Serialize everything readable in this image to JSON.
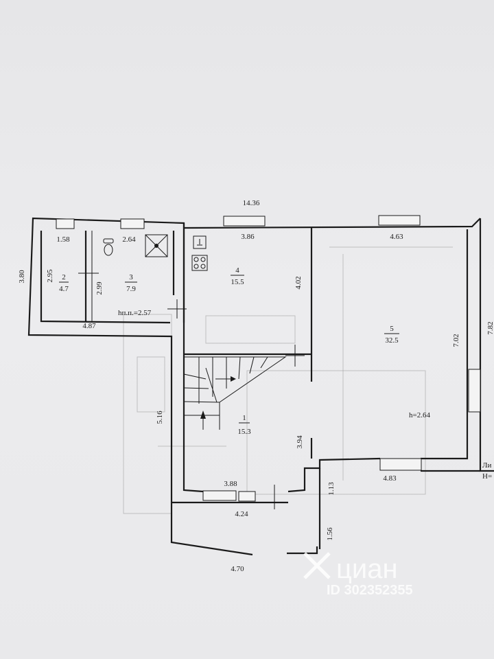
{
  "plan": {
    "overall_width": "14.36",
    "overall_depth": "7.82",
    "left_depth": "3.80",
    "rooms": [
      {
        "number": "1",
        "area": "15.3"
      },
      {
        "number": "2",
        "area": "4.7"
      },
      {
        "number": "3",
        "area": "7.9"
      },
      {
        "number": "4",
        "area": "15.5"
      },
      {
        "number": "5",
        "area": "32.5"
      }
    ],
    "dimensions": {
      "d158": "1.58",
      "d264": "2.64",
      "d386": "3.86",
      "d463": "4.63",
      "d295": "2.95",
      "d299": "2.99",
      "d402": "4.02",
      "d702": "7.02",
      "d487": "4.87",
      "d516": "5.16",
      "d394": "3.94",
      "d388": "3.88",
      "d424": "4.24",
      "d113": "1.13",
      "d483": "4.83",
      "d156": "1.56",
      "d470": "4.70"
    },
    "notes": {
      "floor_level": "hп.п.=2.57",
      "ceiling_height": "h=2.64",
      "edge_text_1": "Ли",
      "edge_text_2": "H="
    }
  },
  "watermark": {
    "brand": "циан",
    "id_text": "ID 302352355"
  }
}
